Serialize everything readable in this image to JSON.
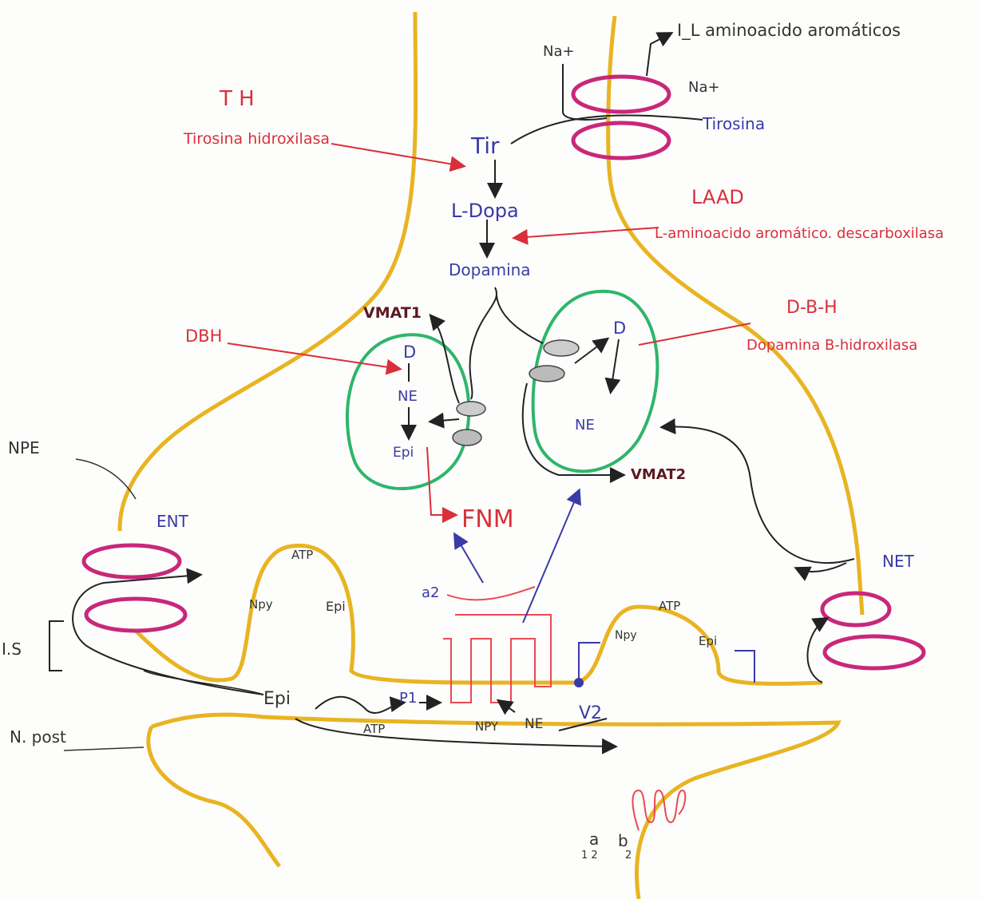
{
  "labels": {
    "il_transporter": "I_L aminoacido aromáticos",
    "na_plus_top": "Na+",
    "na_plus_right": "Na+",
    "tirosina": "Tirosina",
    "th_abbr": "T H",
    "th_full": "Tirosina hidroxilasa",
    "tyr": "Tir",
    "l_dopa": "L-Dopa",
    "laad_abbr": "LAAD",
    "laad_full": "L-aminoacido aromático. descarboxilasa",
    "dopamina": "Dopamina",
    "vmat1": "VMAT1",
    "vmat2": "VMAT2",
    "dbh_abbr": "DBH",
    "dbh_right_abbr": "D-B-H",
    "dbh_full": "Dopamina B-hidroxilasa",
    "d_left": "D",
    "ne_left": "NE",
    "epi_vesicle": "Epi",
    "d_right": "D",
    "ne_right": "NE",
    "fnm": "FNM",
    "a2": "a2",
    "npe": "NPE",
    "ent": "ENT",
    "net": "NET",
    "atp_left": "ATP",
    "npy_left": "Npy",
    "epi_left": "Epi",
    "atp_right": "ATP",
    "npy_right": "Npy",
    "epi_right": "Epi",
    "hs": "I.S",
    "epi_cleft": "Epi",
    "p1": "P1",
    "atp_cleft": "ATP",
    "npy_cleft": "NPY",
    "ne_cleft": "NE",
    "v2": "V2",
    "n_post": "N. post",
    "a12": "a",
    "a12_sub": "1 2",
    "b2": "b",
    "b2_sub": "2"
  },
  "colors": {
    "membrane": "#e8b422",
    "transporter": "#c8287a",
    "vesicle": "#2fb56a",
    "enzyme_red": "#d8303a",
    "text_blue": "#3a3aa8",
    "arrow_dark": "#333333"
  }
}
